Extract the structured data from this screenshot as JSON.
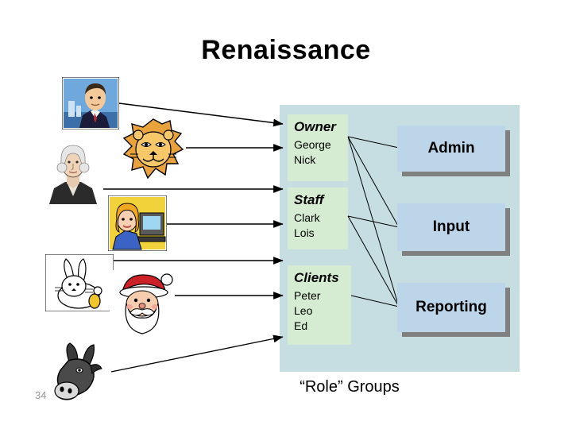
{
  "slide": {
    "title": "Renaissance",
    "caption": "“Role” Groups",
    "number": "34",
    "colors": {
      "panel": "#c6dee2",
      "role_box": "#d6ecd2",
      "perm_box": "#bcd5e8",
      "perm_shadow": "#808080",
      "arrow": "#000000"
    }
  },
  "role_groups": [
    {
      "name": "Owner",
      "members": [
        "George",
        "Nick"
      ]
    },
    {
      "name": "Staff",
      "members": [
        "Clark",
        "Lois"
      ]
    },
    {
      "name": "Clients",
      "members": [
        "Peter",
        "Leo",
        "Ed"
      ]
    }
  ],
  "permissions": [
    {
      "label": "Admin"
    },
    {
      "label": "Input"
    },
    {
      "label": "Reporting"
    }
  ],
  "clipart": [
    {
      "name": "man-in-suit-portrait"
    },
    {
      "name": "lion-head"
    },
    {
      "name": "george-washington-portrait"
    },
    {
      "name": "woman-at-computer"
    },
    {
      "name": "rabbit-with-egg"
    },
    {
      "name": "santa-claus-head"
    },
    {
      "name": "donkey-head"
    }
  ]
}
